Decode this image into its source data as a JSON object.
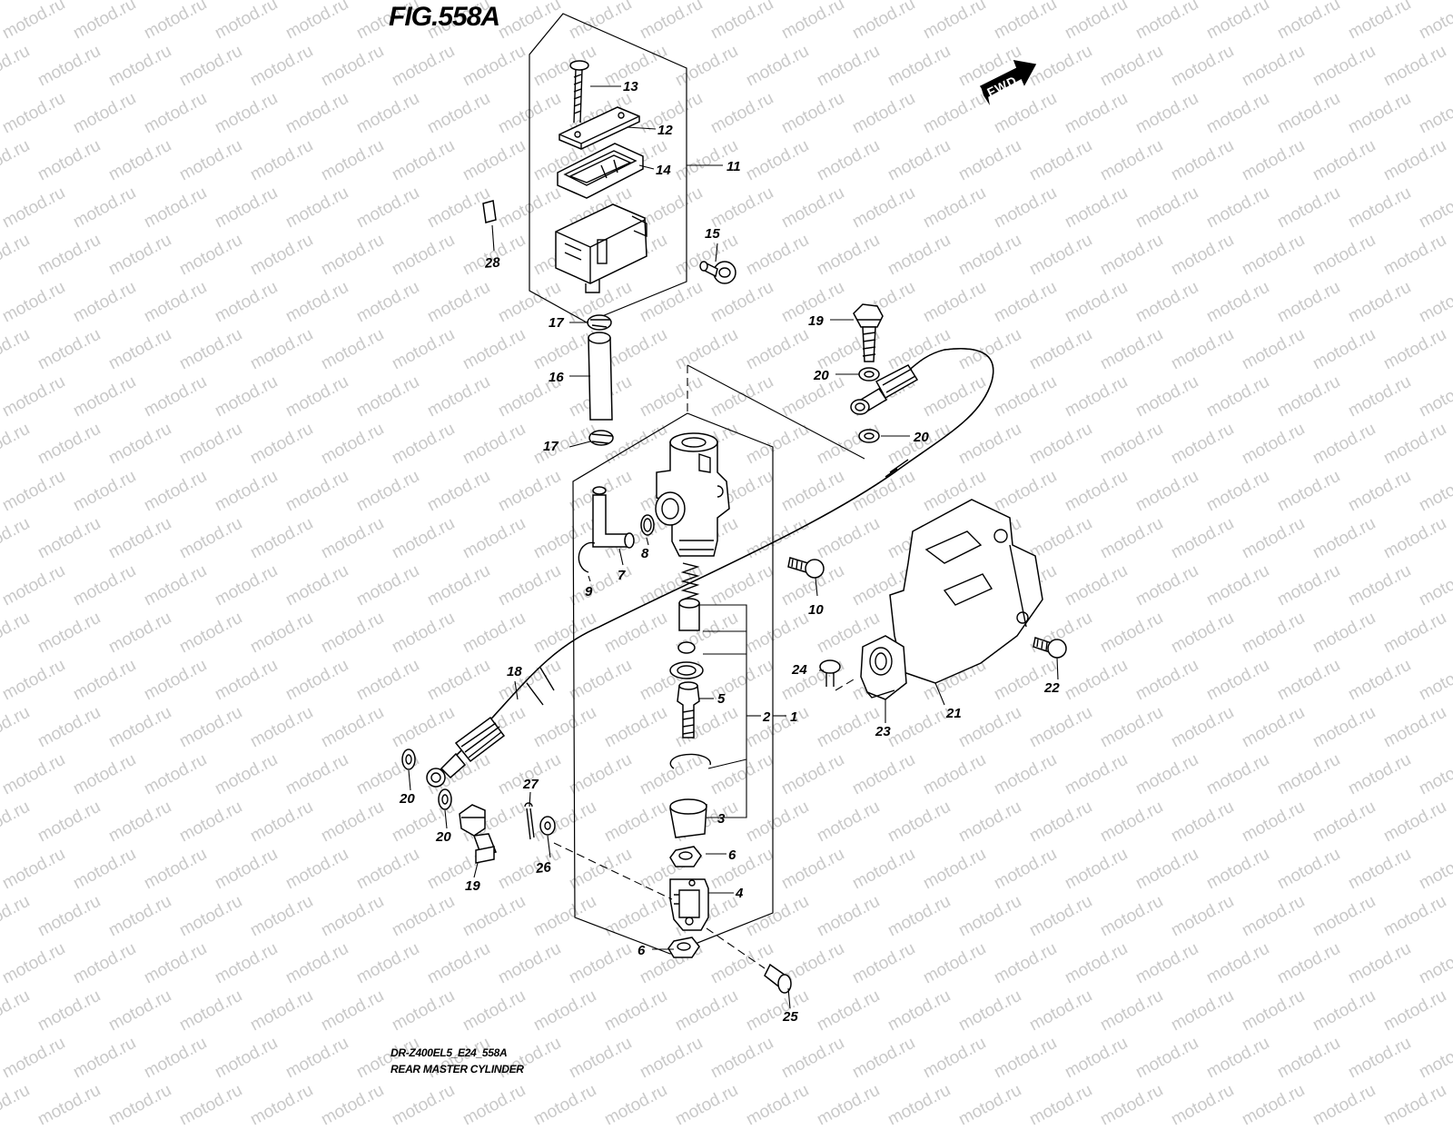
{
  "figure": {
    "title": "FIG.558A",
    "code": "DR-Z400EL5_E24_558A",
    "name": "REAR MASTER CYLINDER"
  },
  "watermark": "motod.ru",
  "direction_label": "FWD",
  "callouts": [
    {
      "id": "c13",
      "label": "13"
    },
    {
      "id": "c12",
      "label": "12"
    },
    {
      "id": "c14",
      "label": "14"
    },
    {
      "id": "c11",
      "label": "11"
    },
    {
      "id": "c28",
      "label": "28"
    },
    {
      "id": "c15",
      "label": "15"
    },
    {
      "id": "c17a",
      "label": "17"
    },
    {
      "id": "c16",
      "label": "16"
    },
    {
      "id": "c17b",
      "label": "17"
    },
    {
      "id": "c19a",
      "label": "19"
    },
    {
      "id": "c20a",
      "label": "20"
    },
    {
      "id": "c20b",
      "label": "20"
    },
    {
      "id": "c9",
      "label": "9"
    },
    {
      "id": "c7",
      "label": "7"
    },
    {
      "id": "c8",
      "label": "8"
    },
    {
      "id": "c10",
      "label": "10"
    },
    {
      "id": "c18",
      "label": "18"
    },
    {
      "id": "c5",
      "label": "5"
    },
    {
      "id": "c2",
      "label": "2"
    },
    {
      "id": "c1",
      "label": "1"
    },
    {
      "id": "c24",
      "label": "24"
    },
    {
      "id": "c22",
      "label": "22"
    },
    {
      "id": "c21",
      "label": "21"
    },
    {
      "id": "c23",
      "label": "23"
    },
    {
      "id": "c20c",
      "label": "20"
    },
    {
      "id": "c20d",
      "label": "20"
    },
    {
      "id": "c27",
      "label": "27"
    },
    {
      "id": "c3",
      "label": "3"
    },
    {
      "id": "c19b",
      "label": "19"
    },
    {
      "id": "c26",
      "label": "26"
    },
    {
      "id": "c6a",
      "label": "6"
    },
    {
      "id": "c4",
      "label": "4"
    },
    {
      "id": "c6b",
      "label": "6"
    },
    {
      "id": "c25",
      "label": "25"
    }
  ]
}
